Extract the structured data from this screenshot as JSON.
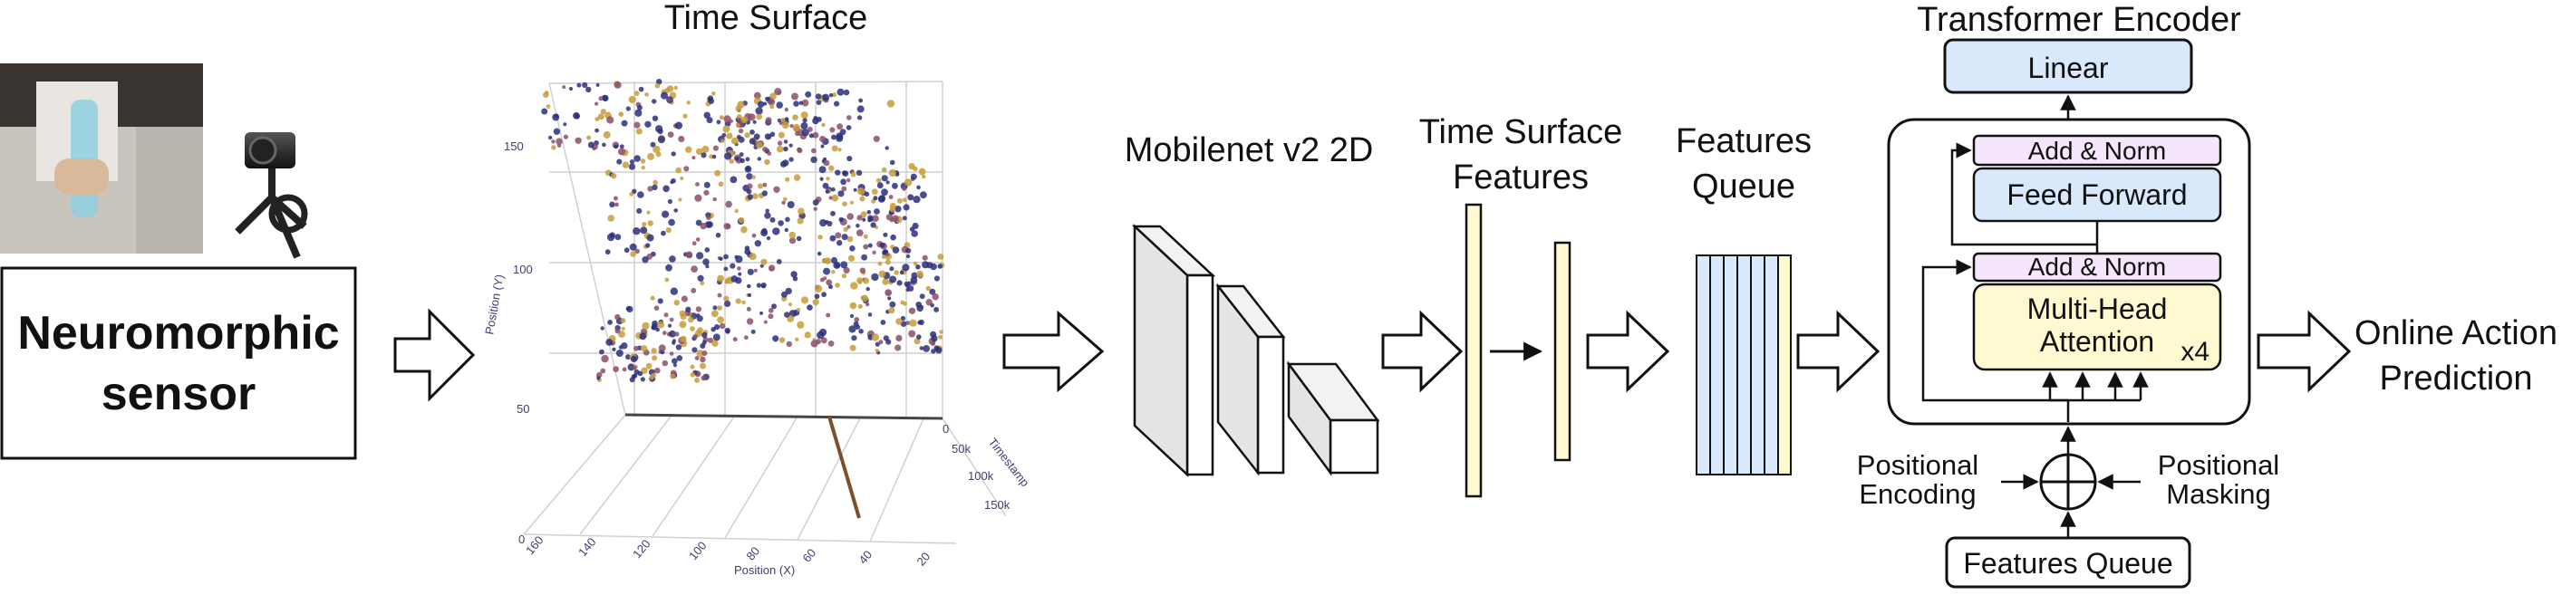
{
  "sensor": {
    "label_line1": "Neuromorphic",
    "label_line2": "sensor"
  },
  "time_surface": {
    "title": "Time Surface",
    "axis_y_label": "Position (Y)",
    "axis_x_label": "Position (X)",
    "axis_t_label": "Timestamp",
    "y_ticks": [
      "150",
      "100",
      "50"
    ],
    "x_ticks": [
      "160",
      "140",
      "120",
      "100",
      "80",
      "60",
      "40",
      "20"
    ],
    "t_ticks": [
      "0",
      "50k",
      "100k",
      "150k"
    ],
    "x_zero": "0",
    "colors": {
      "point_dark": "#2b2f7a",
      "point_light": "#c79b3a",
      "point_mid": "#8a4f6a"
    }
  },
  "mobilenet": {
    "label": "Mobilenet v2 2D"
  },
  "ts_features": {
    "line1": "Time Surface",
    "line2": "Features"
  },
  "features_queue": {
    "line1": "Features",
    "line2": "Queue"
  },
  "transformer": {
    "title": "Transformer Encoder",
    "linear": "Linear",
    "add_norm_top": "Add & Norm",
    "feed_forward": "Feed Forward",
    "add_norm_bottom": "Add & Norm",
    "mha_line1": "Multi-Head",
    "mha_line2": "Attention",
    "repeat": "x4",
    "pos_enc_line1": "Positional",
    "pos_enc_line2": "Encoding",
    "pos_mask_line1": "Positional",
    "pos_mask_line2": "Masking",
    "features_queue_input": "Features Queue",
    "colors": {
      "blue": "#dae8fc",
      "yellow": "#fff9d2",
      "pink": "#f5e6fc"
    }
  },
  "output": {
    "line1": "Online Action",
    "line2": "Prediction"
  }
}
